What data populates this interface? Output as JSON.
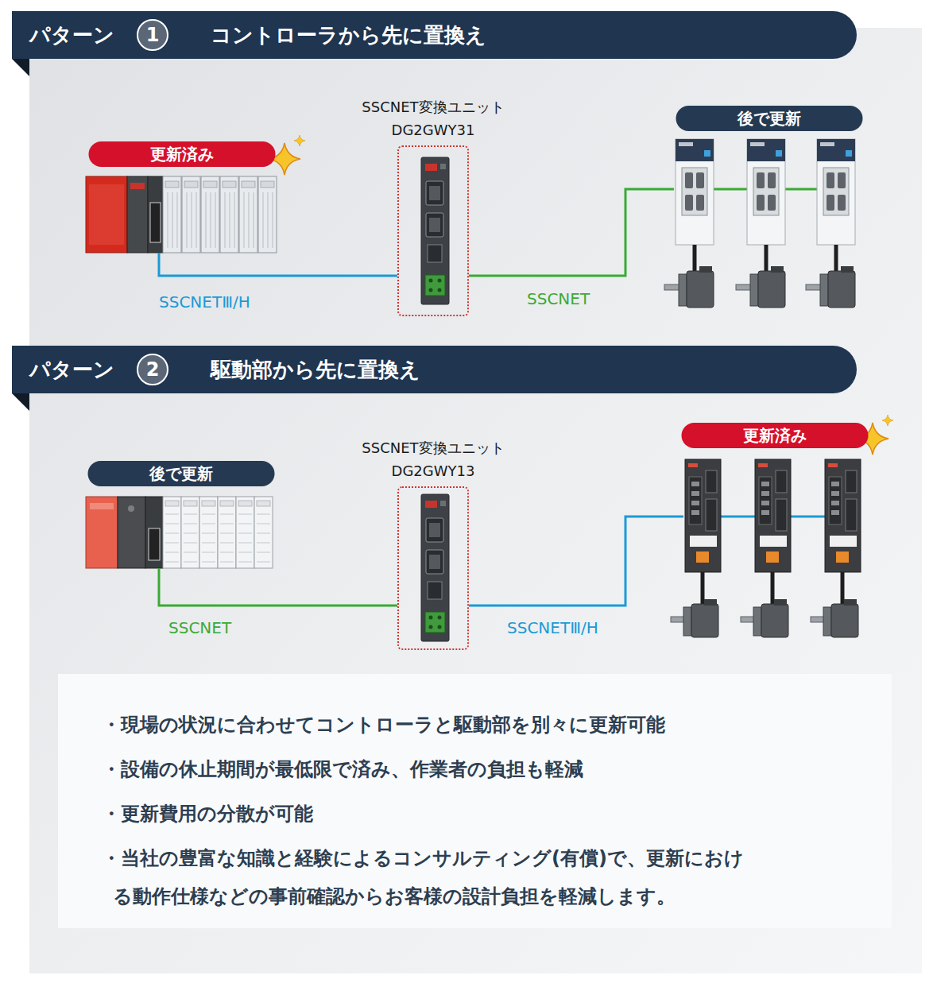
{
  "diagram": {
    "nodes": [
      {
        "text": [
          "パターン",
          "コントローラから先に置換え"
        ]
      },
      {
        "text": [
          "1"
        ],
        "in": 0
      },
      {
        "text": [
          "更新済み"
        ]
      },
      {
        "text": [
          "SSCNET変換ユニット DG2GWY31"
        ]
      },
      {
        "text": [
          "後で更新"
        ]
      },
      {
        "text": [
          "パターン",
          "駆動部から先に置換え"
        ]
      },
      {
        "text": [
          "2"
        ],
        "in": 5
      },
      {
        "text": [
          "後で更新"
        ]
      },
      {
        "text": [
          "SSCNET変換ユニット DG2GWY13"
        ]
      },
      {
        "text": [
          "更新済み"
        ]
      },
      {
        "text": [
          "・現場の状況に合わせてコントローラと駆動部を別々に更新可能",
          "・設備の休止期間が最低限で済み、作業者の負担も軽減",
          "・更新費用の分散が可能",
          "・当社の豊富な知識と経験によるコンサルティング(有償)で、更新におけ る動作仕様などの事前確認からお客様の設計負担を軽減します。"
        ]
      }
    ],
    "edges": [
      {
        "from": 2,
        "to": 3,
        "arrow": "none",
        "label": "SSCNETⅢ/H"
      },
      {
        "from": 3,
        "to": 4,
        "arrow": "none",
        "label": "SSCNET"
      },
      {
        "from": 7,
        "to": 8,
        "arrow": "none",
        "label": "SSCNET"
      },
      {
        "from": 8,
        "to": 9,
        "arrow": "none",
        "label": "SSCNETⅢ/H"
      }
    ]
  }
}
